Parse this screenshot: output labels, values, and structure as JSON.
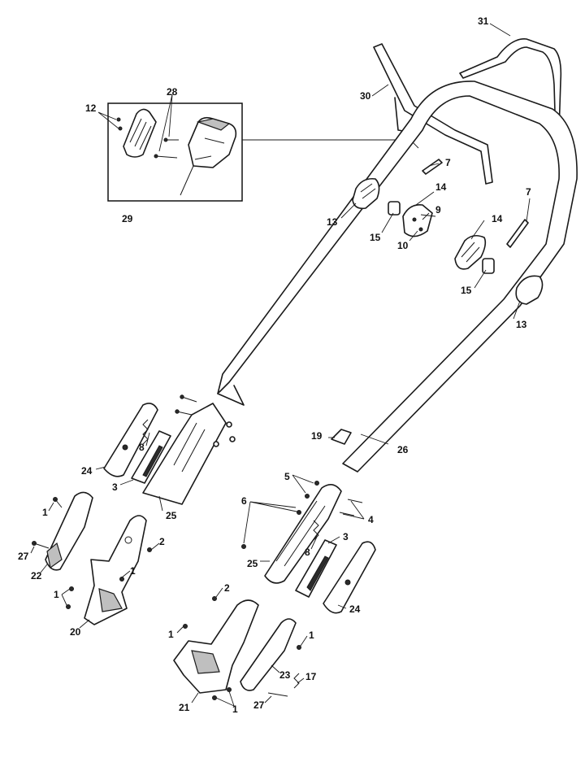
{
  "callouts": [
    {
      "label": "31"
    },
    {
      "label": "30"
    },
    {
      "label": "28"
    },
    {
      "label": "12"
    },
    {
      "label": "29"
    },
    {
      "label": "7"
    },
    {
      "label": "14"
    },
    {
      "label": "9"
    },
    {
      "label": "13"
    },
    {
      "label": "15"
    },
    {
      "label": "10"
    },
    {
      "label": "7"
    },
    {
      "label": "14"
    },
    {
      "label": "15"
    },
    {
      "label": "13"
    },
    {
      "label": "19"
    },
    {
      "label": "26"
    },
    {
      "label": "8"
    },
    {
      "label": "24"
    },
    {
      "label": "3"
    },
    {
      "label": "25"
    },
    {
      "label": "1"
    },
    {
      "label": "27"
    },
    {
      "label": "22"
    },
    {
      "label": "2"
    },
    {
      "label": "1"
    },
    {
      "label": "1"
    },
    {
      "label": "20"
    },
    {
      "label": "5"
    },
    {
      "label": "6"
    },
    {
      "label": "4"
    },
    {
      "label": "3"
    },
    {
      "label": "8"
    },
    {
      "label": "25"
    },
    {
      "label": "24"
    },
    {
      "label": "2"
    },
    {
      "label": "1"
    },
    {
      "label": "1"
    },
    {
      "label": "17"
    },
    {
      "label": "23"
    },
    {
      "label": "27"
    },
    {
      "label": "21"
    },
    {
      "label": "1"
    }
  ]
}
